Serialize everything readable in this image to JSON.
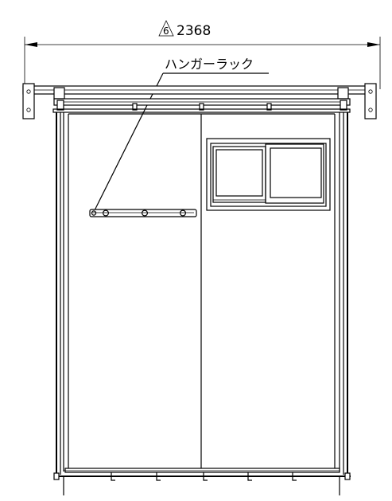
{
  "dimension": {
    "revision_mark": "6",
    "value": "2368"
  },
  "callout": {
    "label": "ハンガーラック"
  },
  "colors": {
    "ink": "#000000",
    "paper": "#ffffff"
  }
}
